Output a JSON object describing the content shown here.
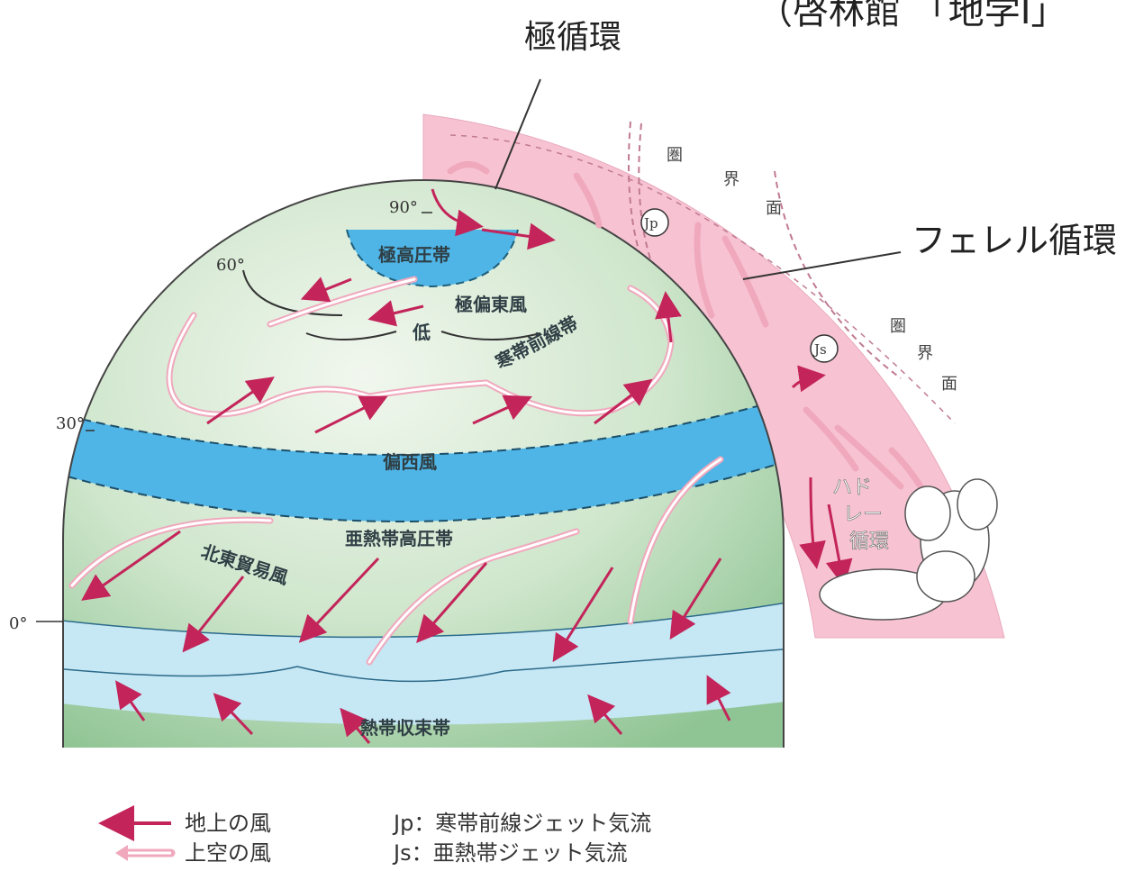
{
  "header": {
    "source_note": "（啓林館 「地学Ⅰ」",
    "polar_cell": "極循環",
    "ferrel_cell": "フェレル循環"
  },
  "latitudes": {
    "lat90": "90°",
    "lat60": "60°",
    "lat30": "30°",
    "lat0": "0°"
  },
  "zones": {
    "polar_high": "極高圧帯",
    "polar_easterlies": "極偏東風",
    "low": "低",
    "subpolar_front": "寒帯前線帯",
    "westerlies": "偏西風",
    "subtropical_high": "亜熱帯高圧帯",
    "ne_trade": "北東貿易風",
    "itcz": "熱帯収束帯"
  },
  "atmosphere": {
    "tropopause_chars": [
      "圏",
      "界",
      "面"
    ],
    "jet_polar": "Jp",
    "jet_subtropical": "Js",
    "hadley_lines": [
      "ハド",
      "レー",
      "循環"
    ]
  },
  "legend": {
    "surface_wind": "地上の風",
    "upper_wind": "上空の風",
    "jp_desc": "Jp：寒帯前線ジェット気流",
    "js_desc": "Js：亜熱帯ジェット気流"
  },
  "colors": {
    "globe_green": "#cfe6cc",
    "band_blue": "#4fb4e6",
    "itcz_blue": "#c6e7f4",
    "atmosphere_pink": "#f7c3d3",
    "surface_arrow": "#c3245a",
    "upper_arrow": "#f0a8bd"
  }
}
